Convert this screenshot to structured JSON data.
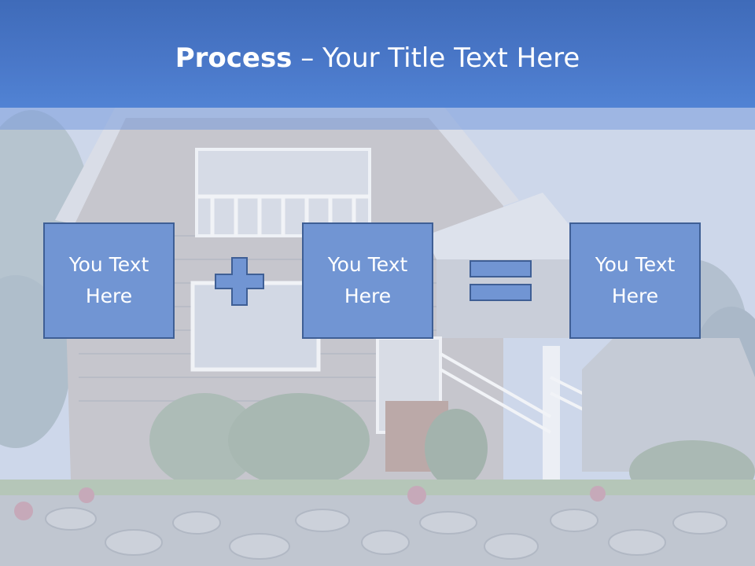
{
  "title": {
    "bold": "Process",
    "rest": " – Your Title Text Here"
  },
  "boxes": [
    {
      "line1": "You Text",
      "line2": "Here"
    },
    {
      "line1": "You Text",
      "line2": "Here"
    },
    {
      "line1": "You Text",
      "line2": "Here"
    }
  ],
  "operators": [
    "plus-icon",
    "equals-icon"
  ],
  "colors": {
    "title_band": "#4a78c9",
    "box_fill": "#7195d3",
    "box_border": "#3f5f95",
    "title_text": "#ffffff"
  }
}
